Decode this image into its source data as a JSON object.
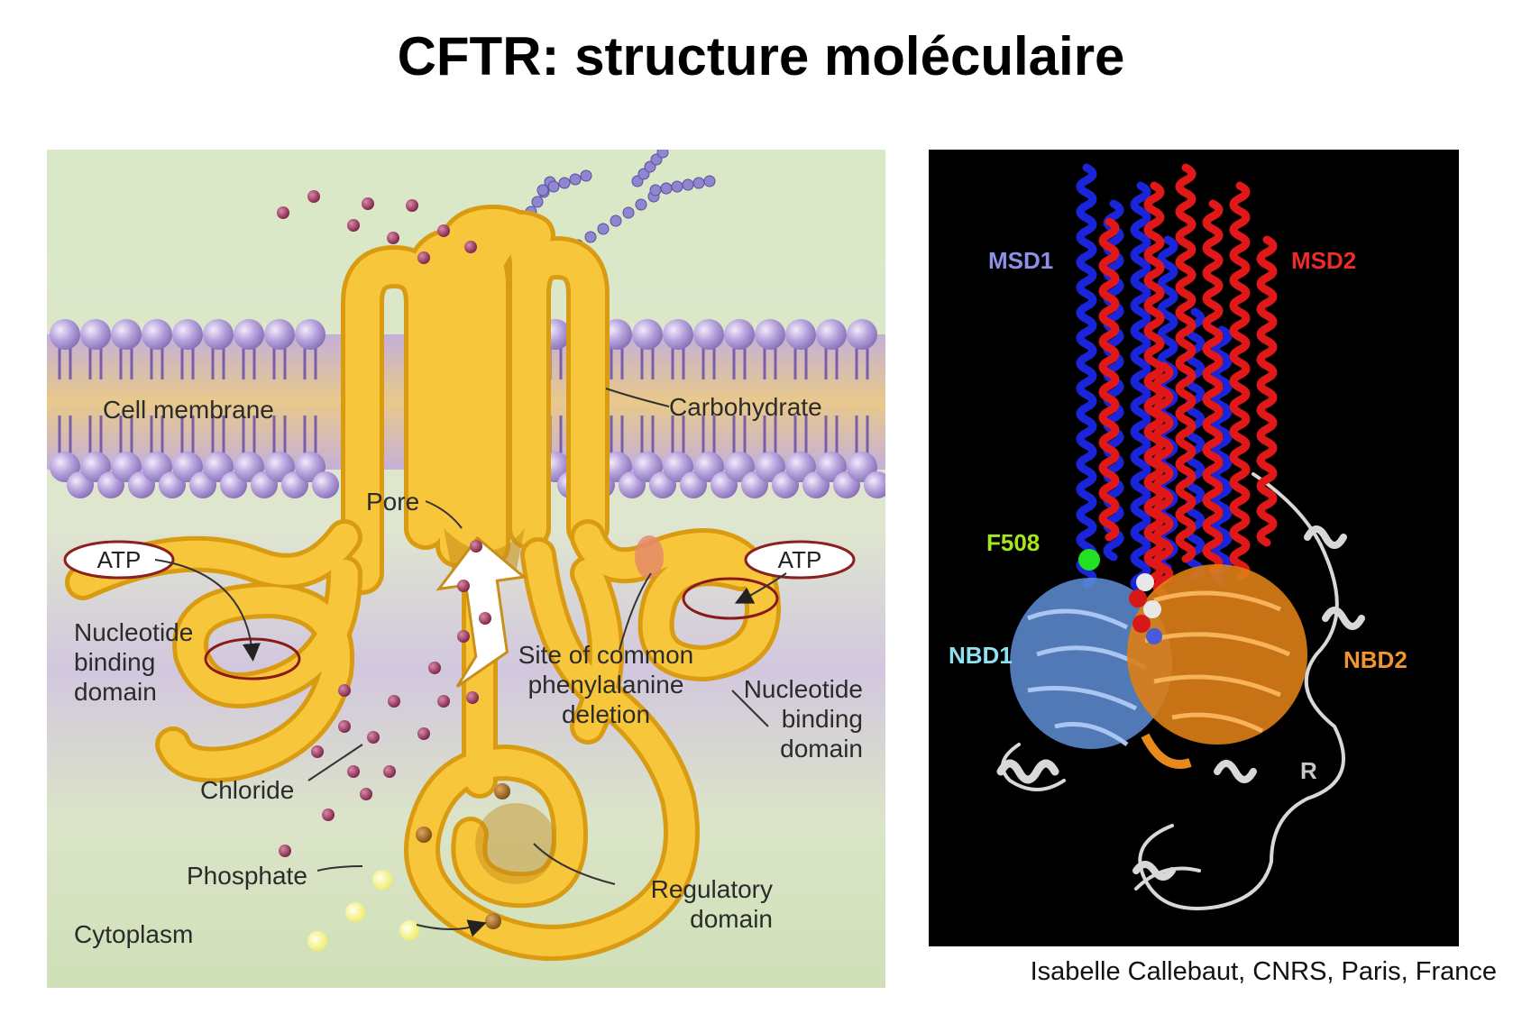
{
  "title": "CFTR: structure moléculaire",
  "schematic": {
    "labels": {
      "carbohydrate": "Carbohydrate",
      "cell_membrane": "Cell membrane",
      "pore": "Pore",
      "atp_left": "ATP",
      "atp_right": "ATP",
      "nbd_left": [
        "Nucleotide",
        "binding",
        "domain"
      ],
      "nbd_right": [
        "Nucleotide",
        "binding",
        "domain"
      ],
      "site": [
        "Site of common",
        "phenylalanine",
        "deletion"
      ],
      "chloride": "Chloride",
      "phosphate": "Phosphate",
      "regulatory": [
        "Regulatory",
        "domain"
      ],
      "cytoplasm": "Cytoplasm"
    },
    "colors": {
      "background_top": "#d6e6c2",
      "membrane_band": "#c6b3d6",
      "lipid_head": "#a68fcf",
      "protein": "#f7c22e",
      "chloride": "#8a2f55",
      "phosphate": "#f3f27a",
      "carbohydrate": "#8f86cf"
    }
  },
  "structure": {
    "labels": {
      "msd1": "MSD1",
      "msd2": "MSD2",
      "f508": "F508",
      "nbd1": "NBD1",
      "nbd2": "NBD2",
      "r": "R"
    },
    "colors": {
      "background": "#000000",
      "msd1": "#1a24d8",
      "msd2": "#e01818",
      "nbd1": "#6f9de0",
      "nbd2": "#e8891c",
      "r": "#d8d8d8",
      "f508": "#22e022",
      "msd1_label": "#8f8fe8",
      "msd2_label": "#ee2a2a",
      "f508_label": "#a6e61c",
      "nbd1_label": "#8fe0ee",
      "nbd2_label": "#f2952a",
      "r_label": "#c8c8c8"
    }
  },
  "credit": "Isabelle Callebaut, CNRS, Paris, France"
}
